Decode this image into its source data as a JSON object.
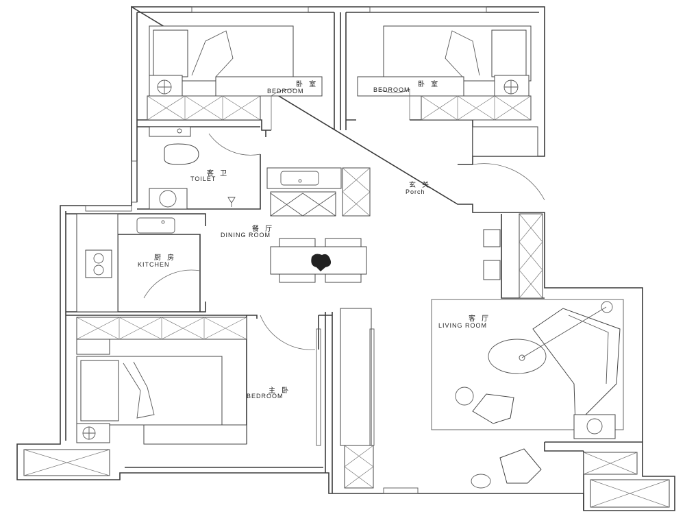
{
  "rooms": {
    "bedroom_nw": {
      "cn": "卧 室",
      "en": "BEDROOM"
    },
    "bedroom_ne": {
      "cn": "卧 室",
      "en": "BEDROOM"
    },
    "toilet": {
      "cn": "客 卫",
      "en": "TOILET"
    },
    "porch": {
      "cn": "玄 关",
      "en": "Porch"
    },
    "dining": {
      "cn": "餐 厅",
      "en": "DINING ROOM"
    },
    "kitchen": {
      "cn": "厨 房",
      "en": "KITCHEN"
    },
    "living": {
      "cn": "客 厅",
      "en": "LIVING ROOM"
    },
    "master": {
      "cn": "主 卧",
      "en": "BEDROOM"
    }
  },
  "colors": {
    "wall": "#3a3a3a",
    "line": "#555555",
    "background": "#ffffff"
  }
}
